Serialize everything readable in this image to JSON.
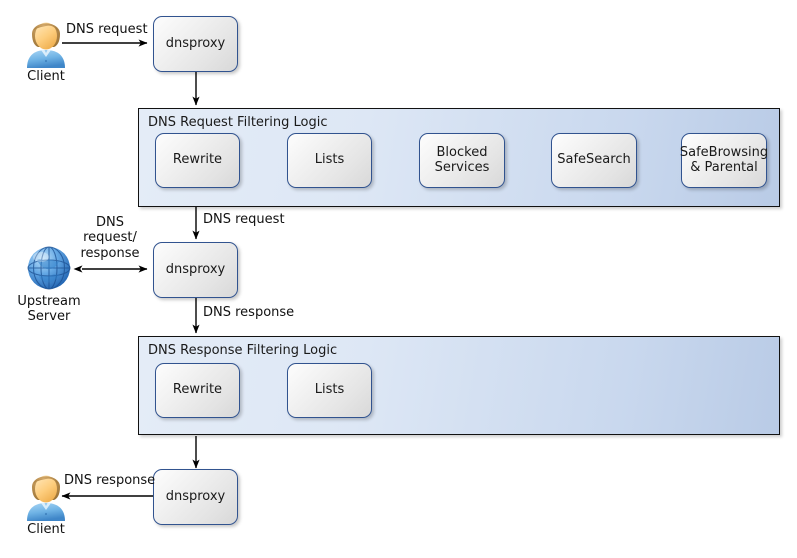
{
  "diagram": {
    "title_request_group": "DNS Request Filtering Logic",
    "title_response_group": "DNS Response Filtering Logic",
    "colors": {
      "node_border": "#31538f",
      "group_border": "#121212",
      "group_fill_start": "#e4ecf7",
      "group_fill_end": "#b9cbe6",
      "edge": "#000000",
      "background": "#ffffff"
    }
  },
  "actors": {
    "client_top": {
      "name": "Client",
      "icon": "user-icon"
    },
    "client_bottom": {
      "name": "Client",
      "icon": "user-icon"
    },
    "upstream": {
      "name": "Upstream\nServer",
      "icon": "globe-icon"
    }
  },
  "nodes": {
    "dnsproxy_top": "dnsproxy",
    "dnsproxy_middle": "dnsproxy",
    "dnsproxy_bottom": "dnsproxy"
  },
  "request_pipeline": {
    "title": "DNS Request Filtering Logic",
    "stages": [
      {
        "label": "Rewrite"
      },
      {
        "label": "Lists"
      },
      {
        "label": "Blocked\nServices"
      },
      {
        "label": "SafeSearch"
      },
      {
        "label": "SafeBrowsing\n& Parental"
      }
    ]
  },
  "response_pipeline": {
    "title": "DNS Response Filtering Logic",
    "stages": [
      {
        "label": "Rewrite"
      },
      {
        "label": "Lists"
      }
    ]
  },
  "edge_labels": {
    "client_to_proxy": "DNS request",
    "proxy_to_request_logic": "",
    "request_logic_to_proxy": "DNS request",
    "upstream_exchange": "DNS\nrequest/\nresponse",
    "proxy_to_response_logic": "DNS response",
    "proxy_to_client": "DNS response"
  }
}
